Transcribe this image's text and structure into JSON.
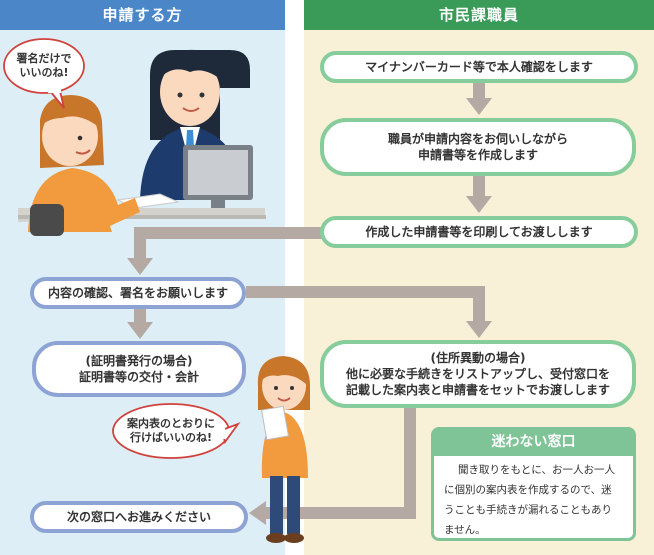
{
  "columns": {
    "applicant": "申請する方",
    "staff": "市民課職員"
  },
  "steps": {
    "identity_check": "マイナンバーカード等で本人確認をします",
    "create_form": [
      "職員が申請内容をお伺いしながら",
      "申請書等を作成します"
    ],
    "print_hand": "作成した申請書等を印刷してお渡しします",
    "confirm_sign": "内容の確認、署名をお願いします",
    "certificate_case": [
      "(証明書発行の場合)",
      "証明書等の交付・会計"
    ],
    "move_case": [
      "(住所異動の場合)",
      "他に必要な手続きをリストアップし、受付窓口を",
      "記載した案内表と申請書をセットでお渡しします"
    ],
    "next_window": "次の窓口へお進みください"
  },
  "bubbles": {
    "sign_only": [
      "署名だけで",
      "いいのね!"
    ],
    "follow_guide": [
      "案内表のとおりに",
      "行けばいいのね!"
    ]
  },
  "info": {
    "title": "迷わない窓口",
    "body": [
      "聞き取りをもとに、お一人お一人",
      "に個別の案内表を作成するので、迷",
      "うことも手続きが漏れることもあり",
      "ません。"
    ]
  },
  "colors": {
    "applicant_header": "#4a86c8",
    "staff_header": "#3a9a58",
    "applicant_bg": "#ddeef6",
    "staff_bg": "#f8f1d8",
    "green_border": "#87cc9b",
    "blue_border": "#8da3d4",
    "arrow": "#b5a9a4"
  }
}
